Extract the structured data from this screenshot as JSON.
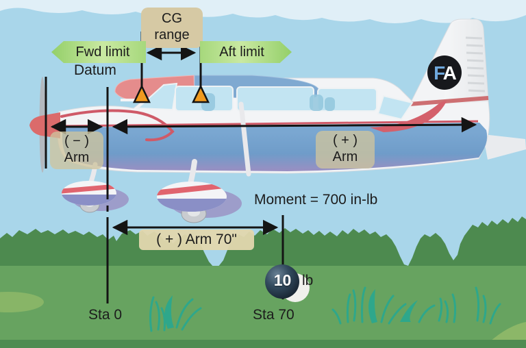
{
  "labels": {
    "cg_range_line1": "CG",
    "cg_range_line2": "range",
    "fwd_limit": "Fwd limit",
    "aft_limit": "Aft limit",
    "datum": "Datum",
    "negative_arm_line1": "( − )",
    "negative_arm_line2": "Arm",
    "positive_arm_line1": "( + )",
    "positive_arm_line2": "Arm",
    "moment_equation": "Moment = 700 in-lb",
    "positive_arm_70": "( + ) Arm 70\"",
    "station_0": "Sta 0",
    "station_70": "Sta 70",
    "weight_value": "10",
    "weight_unit": "lb",
    "tail_logo_f": "F",
    "tail_logo_a": "A"
  },
  "values": {
    "moment_in_lb": 700,
    "arm_in": 70,
    "weight_lb": 10,
    "station_datum": 0,
    "station_weight": 70
  },
  "colors": {
    "sky": "#a9d6ea",
    "cloud": "#e3f0f8",
    "bush_green": "#4d8a4f",
    "grass_green": "#67a360",
    "grass_bottom": "#4f8c52",
    "hill_light": "#8cb768",
    "grass_tuft_teal": "#2ea78b",
    "label_box_tan": "#d6c9a4",
    "limit_arrow_green": "#aede85",
    "annotation_black": "#141414",
    "cg_marker_orange": "#f09a1f",
    "fuselage_white": "#f3f4f6",
    "stripe_red": "#cf5a68",
    "band_blue": "#6f9fcb",
    "shade_purple": "#9a8fc2",
    "window_blue": "#c2e4f2",
    "weight_ball_navy": "#243548",
    "tail_logo_black": "#17181c"
  }
}
